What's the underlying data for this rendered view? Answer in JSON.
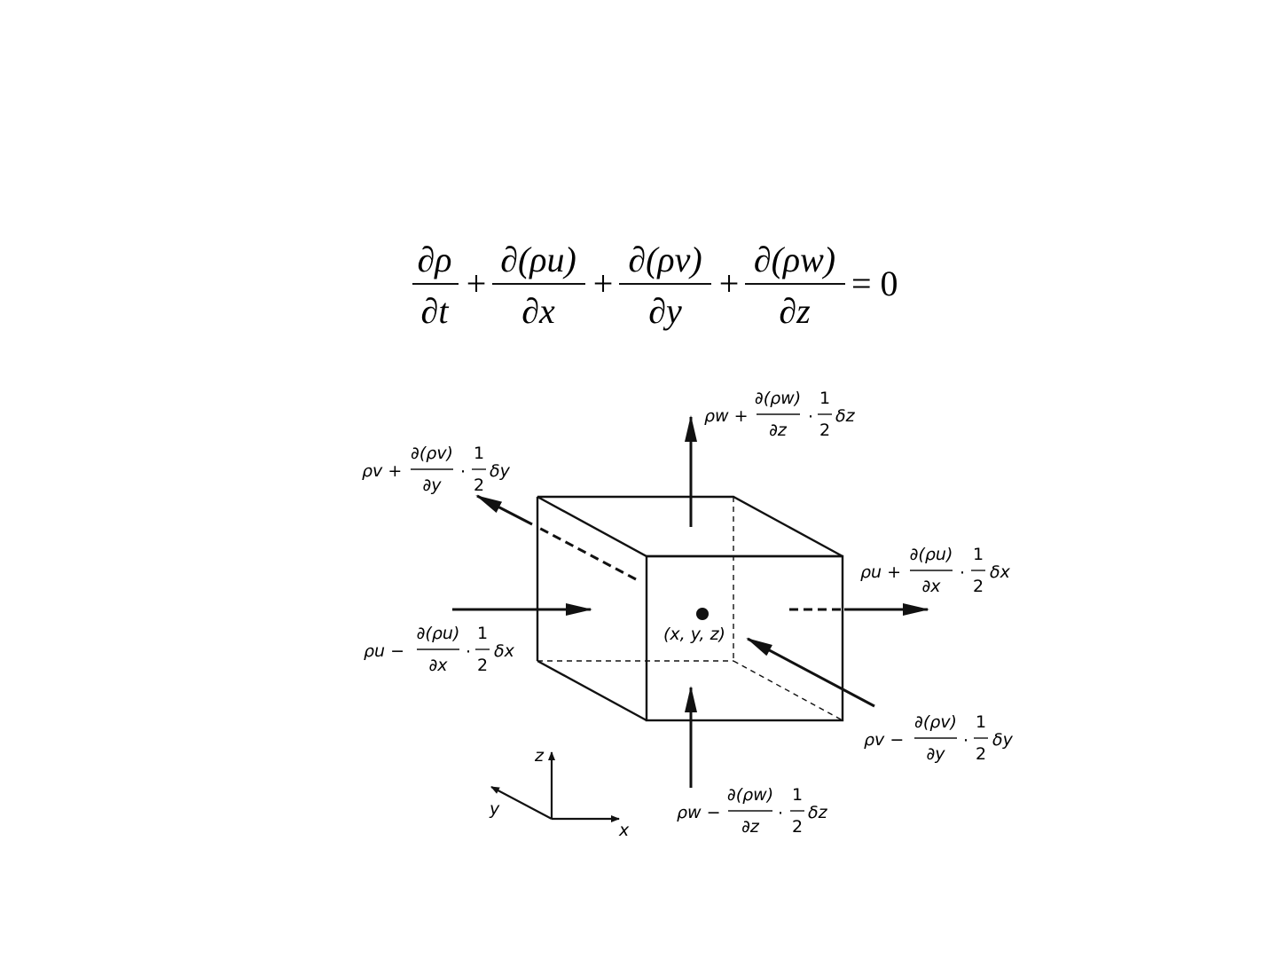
{
  "equation": {
    "t1_num": "∂ρ",
    "t1_den": "∂t",
    "t2_num": "∂(ρu)",
    "t2_den": "∂x",
    "t3_num": "∂(ρv)",
    "t3_den": "∂y",
    "t4_num": "∂(ρw)",
    "t4_den": "∂z",
    "plus": "+",
    "rhs": "= 0"
  },
  "center_label": "(x, y, z)",
  "fluxes": {
    "top": {
      "lead": "ρw +",
      "num": "∂(ρw)",
      "den": "∂z",
      "dot": "·",
      "half_num": "1",
      "half_den": "2",
      "delta": "δz"
    },
    "bottom": {
      "lead": "ρw −",
      "num": "∂(ρw)",
      "den": "∂z",
      "dot": "·",
      "half_num": "1",
      "half_den": "2",
      "delta": "δz"
    },
    "back_y": {
      "lead": "ρv +",
      "num": "∂(ρv)",
      "den": "∂y",
      "dot": "·",
      "half_num": "1",
      "half_den": "2",
      "delta": "δy"
    },
    "front_y": {
      "lead": "ρv −",
      "num": "∂(ρv)",
      "den": "∂y",
      "dot": "·",
      "half_num": "1",
      "half_den": "2",
      "delta": "δy"
    },
    "left_x": {
      "lead": "ρu −",
      "num": "∂(ρu)",
      "den": "∂x",
      "dot": "·",
      "half_num": "1",
      "half_den": "2",
      "delta": "δx"
    },
    "right_x": {
      "lead": "ρu +",
      "num": "∂(ρu)",
      "den": "∂x",
      "dot": "·",
      "half_num": "1",
      "half_den": "2",
      "delta": "δx"
    }
  },
  "axes": {
    "z": "z",
    "y": "y",
    "x": "x"
  },
  "colors": {
    "ink": "#111111",
    "background": "#ffffff"
  }
}
